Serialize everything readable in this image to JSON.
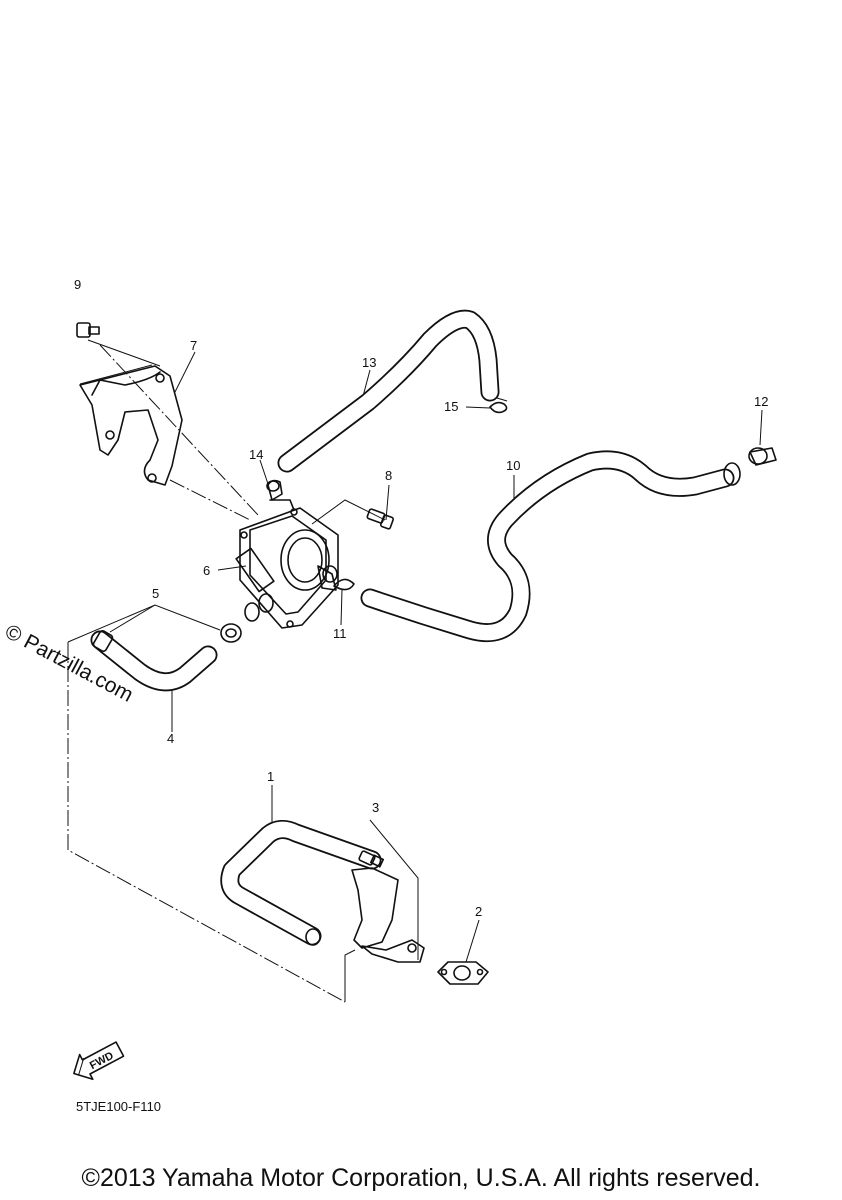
{
  "diagram": {
    "callouts": [
      "1",
      "2",
      "3",
      "4",
      "5",
      "6",
      "7",
      "8",
      "9",
      "10",
      "11",
      "12",
      "13",
      "14",
      "15"
    ],
    "fwd_label": "FWD",
    "drawing_code": "5TJE100-F110",
    "watermark": "© Partzilla.com",
    "copyright": "©2013 Yamaha Motor Corporation, U.S.A. All rights reserved."
  }
}
